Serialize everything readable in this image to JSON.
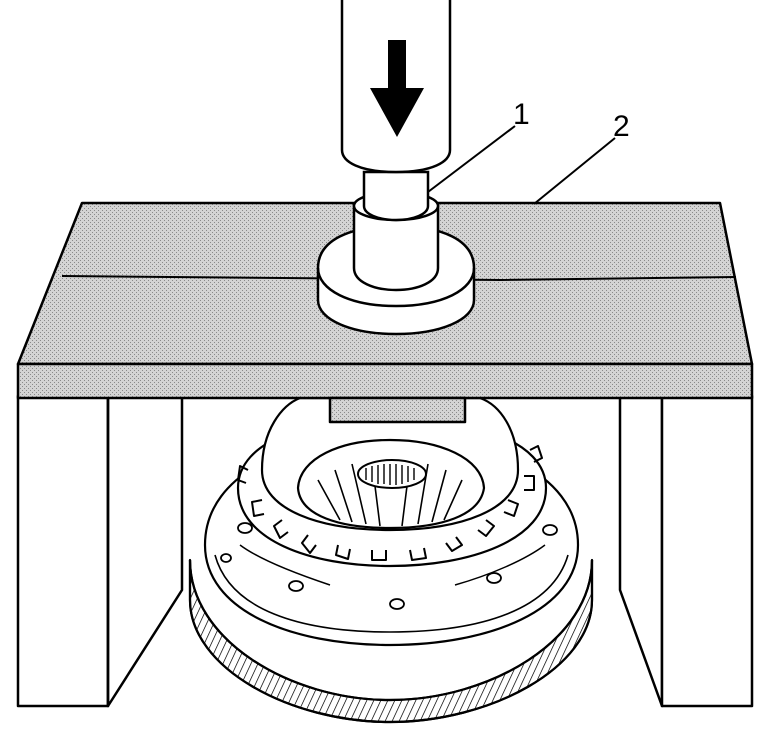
{
  "callouts": [
    {
      "id": "1",
      "label": "1"
    },
    {
      "id": "2",
      "label": "2"
    }
  ],
  "colors": {
    "ink": "#000000",
    "paper": "#ffffff",
    "stipple_base": "#d4d4d4",
    "stipple_dot": "#8a8a8a"
  },
  "icons": {
    "press_direction": "arrow-down-icon"
  }
}
